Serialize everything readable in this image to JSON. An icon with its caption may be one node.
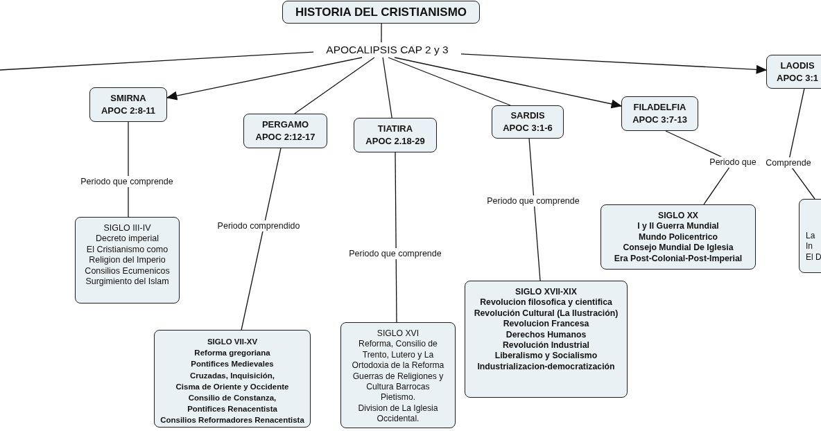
{
  "diagram": {
    "nodes": [
      {
        "text": [
          "HISTORIA DEL CRISTIANISMO"
        ]
      },
      {
        "text": [
          "APOCALIPSIS CAP 2 y 3"
        ]
      },
      {
        "text": [
          "SMIRNA",
          "APOC 2:8-11"
        ]
      },
      {
        "text": [
          "PERGAMO",
          "APOC 2:12-17"
        ]
      },
      {
        "text": [
          "TIATIRA",
          "APOC 2.18-29"
        ]
      },
      {
        "text": [
          "SARDIS",
          "APOC 3:1-6"
        ]
      },
      {
        "text": [
          "FILADELFIA",
          "APOC 3:7-13"
        ]
      },
      {
        "text": [
          "LAODIS",
          "APOC 3:1"
        ]
      },
      {
        "text": [
          "SIGLO III-IV",
          "Decreto imperial",
          "El Cristianismo como Religion del Imperio",
          "Consilios Ecumenicos",
          "Surgimiento del Islam"
        ]
      },
      {
        "text": [
          "SIGLO VII-XV",
          "Reforma gregoriana",
          "Pontifices Medievales",
          "Cruzadas, Inquisición,",
          "Cisma de Oriente y Occidente",
          "Consilio de Constanza,",
          "Pontifices Renacentista",
          "Consilios Reformadores Renacentista"
        ]
      },
      {
        "text": [
          "SIGLO XVI",
          "Reforma, Consilio de Trento, Lutero y La Ortodoxia de la Reforma",
          "Guerras de Religiones y Cultura Barrocas",
          "Pietismo.",
          "Division de La Iglesia Occidental."
        ]
      },
      {
        "text": [
          "SIGLO XVII-XIX",
          "Revolucion filosofica y cientifica",
          "Revolución Cultural (La Ilustración)",
          "Revolucion Francesa",
          "Derechos Humanos",
          "Revolución Industrial",
          "Liberalismo y Socialismo",
          "Industrializacion-democratización"
        ]
      },
      {
        "text": [
          "SIGLO XX",
          "I y II Guerra Mundial",
          "Mundo Policentrico",
          "Consejo Mundial De Iglesia",
          "Era Post-Colonial-Post-Imperial"
        ]
      },
      {
        "text": [
          "La",
          "In",
          "El D"
        ]
      }
    ],
    "edges": [
      {
        "from": 0,
        "to": 1,
        "arrow": "none"
      },
      {
        "from": 1,
        "to": null,
        "arrow": "none"
      },
      {
        "from": 1,
        "to": 2,
        "arrow": "to"
      },
      {
        "from": 1,
        "to": 3,
        "arrow": "none"
      },
      {
        "from": 1,
        "to": 4,
        "arrow": "none"
      },
      {
        "from": 1,
        "to": 5,
        "arrow": "none"
      },
      {
        "from": 1,
        "to": 6,
        "arrow": "to"
      },
      {
        "from": 1,
        "to": 7,
        "arrow": "to"
      },
      {
        "from": 2,
        "to": 8,
        "arrow": "none",
        "label": "Periodo que comprende"
      },
      {
        "from": 3,
        "to": 9,
        "arrow": "none",
        "label": "Periodo comprendido"
      },
      {
        "from": 4,
        "to": 10,
        "arrow": "none",
        "label": "Periodo que comprende"
      },
      {
        "from": 5,
        "to": 11,
        "arrow": "none",
        "label": "Periodo que comprende"
      },
      {
        "from": 6,
        "to": 12,
        "arrow": "none",
        "label": "Periodo que"
      },
      {
        "from": 7,
        "to": 13,
        "arrow": "none",
        "label": "Comprende"
      }
    ]
  }
}
